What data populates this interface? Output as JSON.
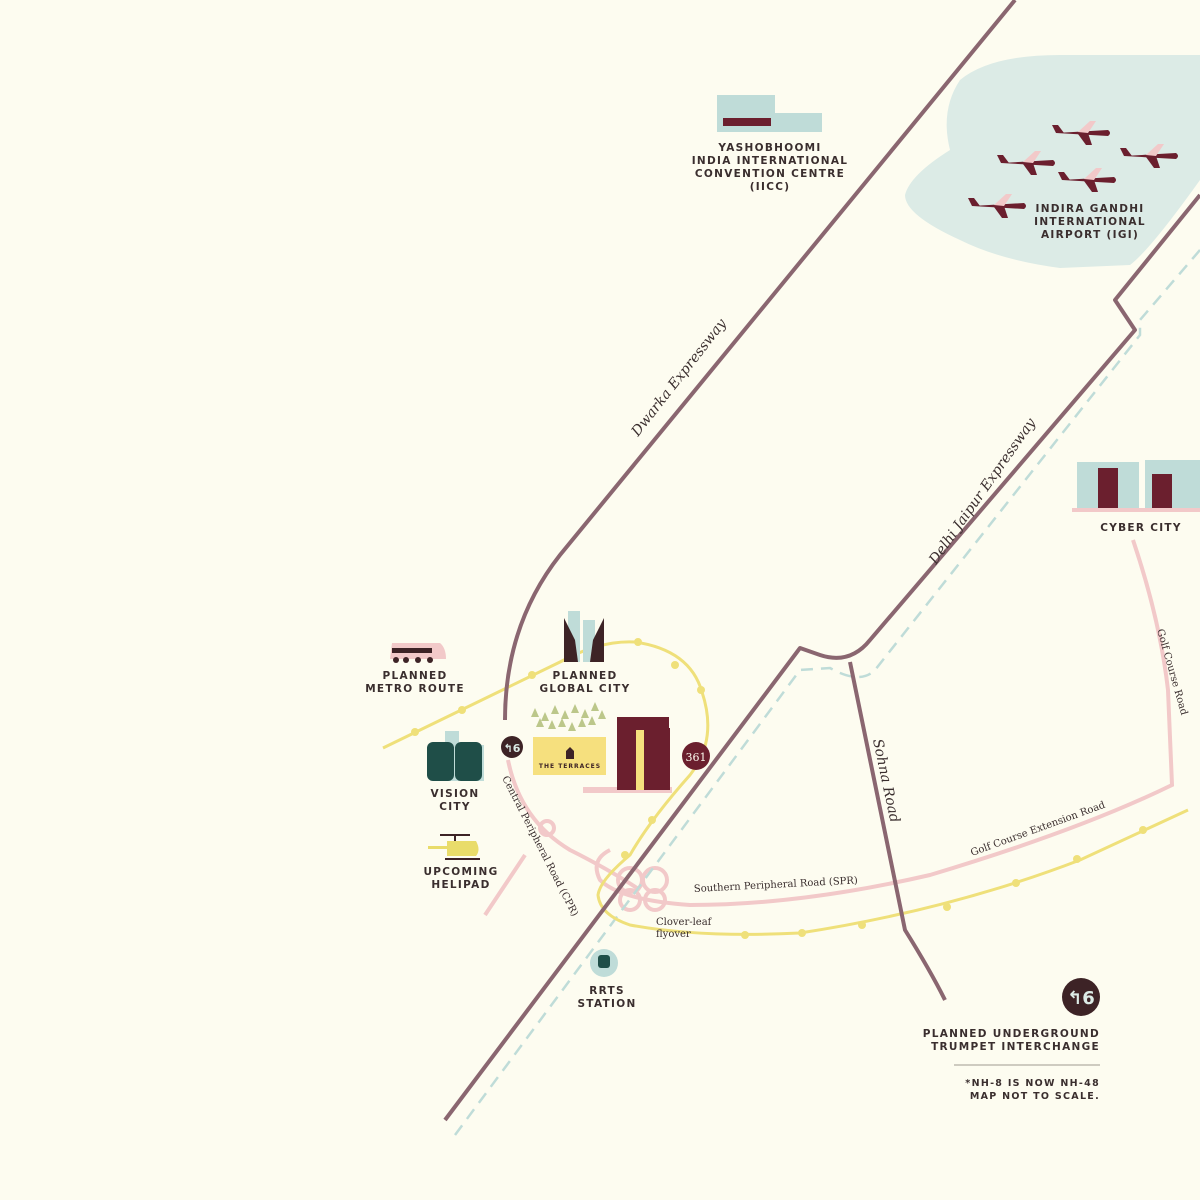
{
  "colors": {
    "background": "#fdfcf0",
    "road": "#8a6670",
    "pink": "#f2c9c9",
    "metro": "#efe07a",
    "teal_dash": "#bfdcd8",
    "maroon": "#6b1f2e",
    "dark": "#3d2326",
    "airport": "#dcebe6"
  },
  "roads": {
    "dwarka": "Dwarka Expressway",
    "delhi_jaipur": "Delhi Jaipur Expressway",
    "sohna": "Sohna Road",
    "golf_course": "Golf Course Road",
    "golf_course_ext": "Golf Course Extension Road",
    "spr": "Southern Peripheral Road (SPR)",
    "cpr": "Central Peripheral Road (CPR)",
    "cloverleaf": [
      "Clover-leaf",
      "flyover"
    ]
  },
  "landmarks": {
    "iicc": [
      "YASHOBHOOMI",
      "INDIA INTERNATIONAL",
      "CONVENTION CENTRE",
      "(IICC)"
    ],
    "airport": [
      "INDIRA GANDHI",
      "INTERNATIONAL",
      "AIRPORT (IGI)"
    ],
    "cyber_city": "CYBER CITY",
    "metro": [
      "PLANNED",
      "METRO ROUTE"
    ],
    "global_city": [
      "PLANNED",
      "GLOBAL CITY"
    ],
    "vision_city": [
      "VISION",
      "CITY"
    ],
    "helipad": [
      "UPCOMING",
      "HELIPAD"
    ],
    "rrts": [
      "RRTS",
      "STATION"
    ],
    "terraces": "THE TERRACES",
    "badge_361": "361",
    "interchange_symbol": "↰6"
  },
  "legend": {
    "interchange": [
      "PLANNED UNDERGROUND",
      "TRUMPET INTERCHANGE"
    ],
    "notes": [
      "*NH-8 IS NOW NH-48",
      "MAP NOT TO SCALE."
    ]
  }
}
